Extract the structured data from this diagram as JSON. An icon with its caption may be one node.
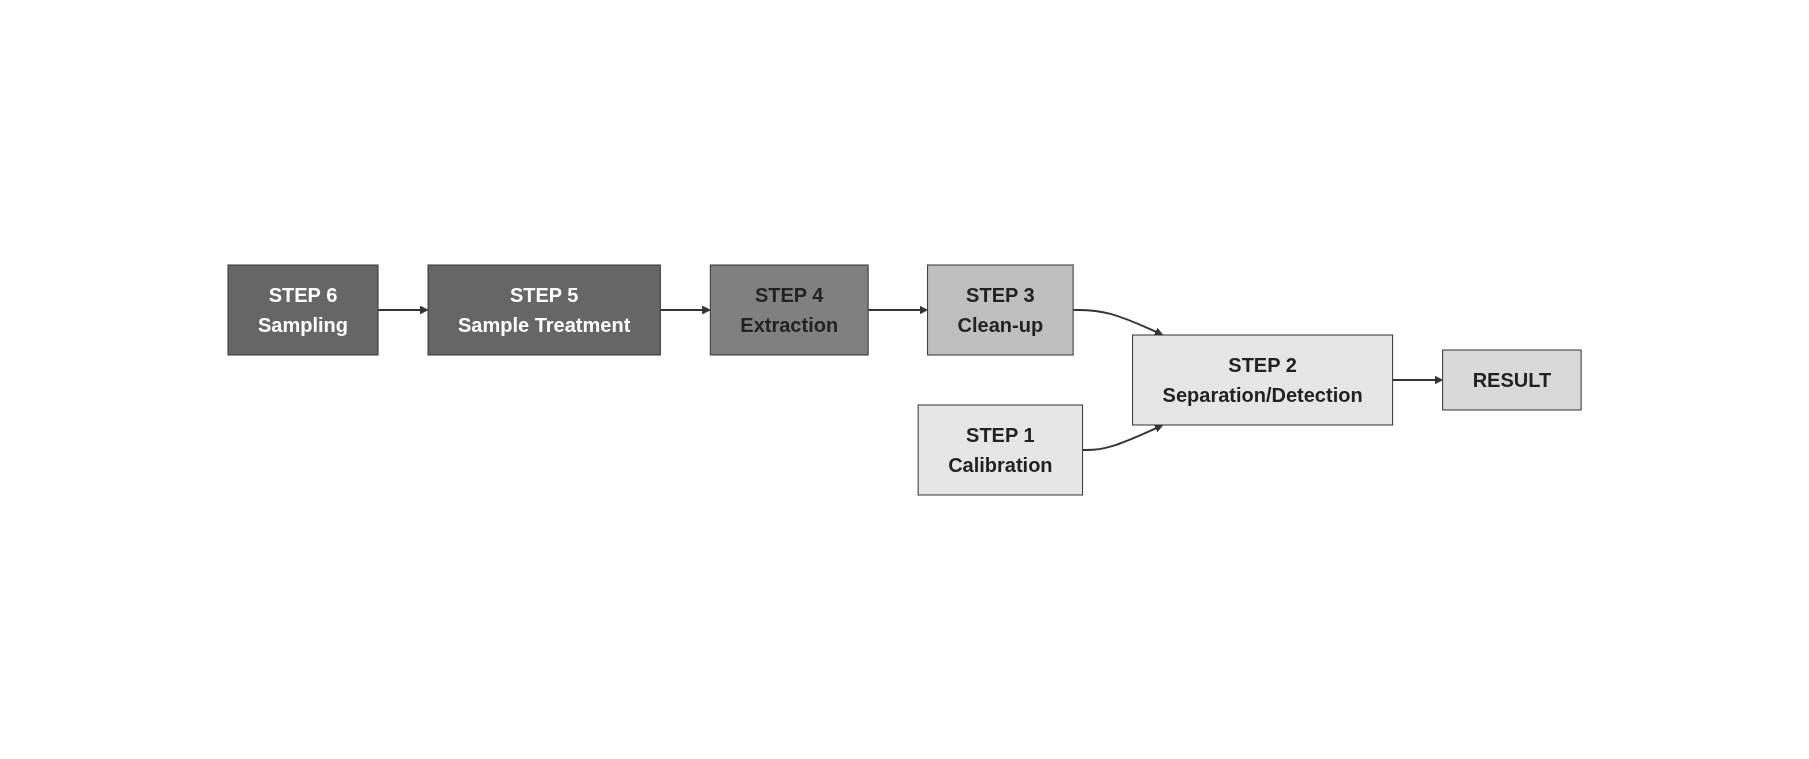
{
  "diagram": {
    "nodes": [
      {
        "text": [
          "STEP 6",
          "Sampling"
        ]
      },
      {
        "text": [
          "STEP 5",
          "Sample Treatment"
        ]
      },
      {
        "text": [
          "STEP 1",
          "Calibration"
        ]
      },
      {
        "text": [
          "STEP 4",
          "Extraction"
        ]
      },
      {
        "text": [
          "STEP 3",
          "Clean-up"
        ]
      },
      {
        "text": [
          "STEP 2",
          "Separation/Detection"
        ]
      },
      {
        "text": [
          "RESULT"
        ]
      }
    ],
    "edges": [
      {
        "from": 0,
        "to": 1,
        "arrow": "to"
      },
      {
        "from": 1,
        "to": 3,
        "arrow": "to"
      },
      {
        "from": 3,
        "to": 4,
        "arrow": "to"
      },
      {
        "from": 4,
        "to": 5,
        "arrow": "to"
      },
      {
        "from": 2,
        "to": 5,
        "arrow": "to"
      },
      {
        "from": 5,
        "to": 6,
        "arrow": "to"
      }
    ]
  }
}
